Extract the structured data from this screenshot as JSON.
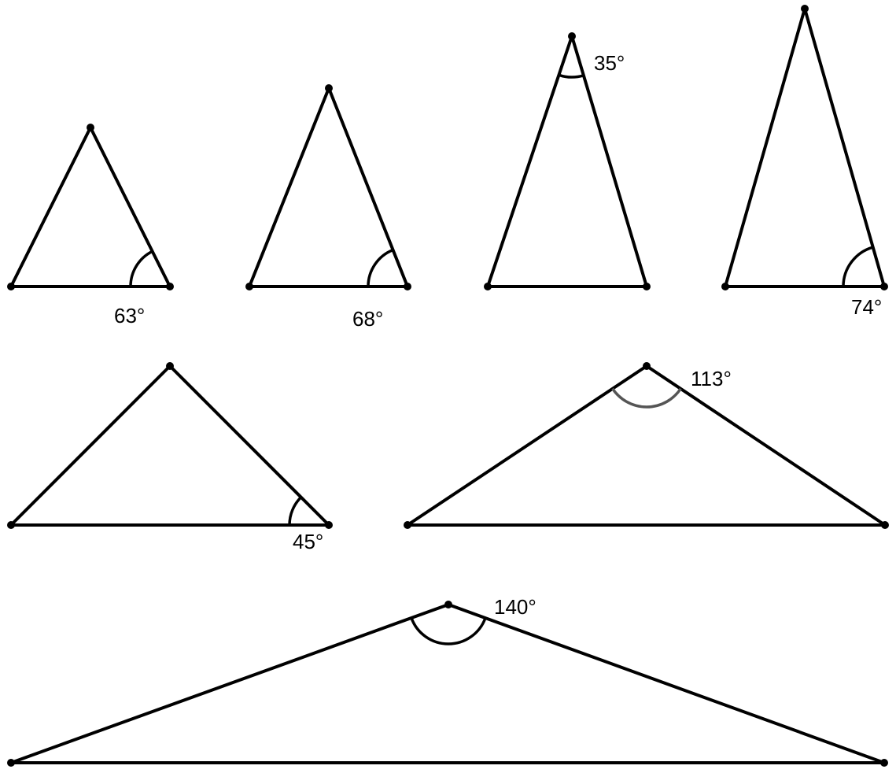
{
  "triangles": [
    {
      "id": "t1",
      "angle_label": "63°",
      "marked_vertex": "base-right"
    },
    {
      "id": "t2",
      "angle_label": "68°",
      "marked_vertex": "base-right"
    },
    {
      "id": "t3",
      "angle_label": "35°",
      "marked_vertex": "apex"
    },
    {
      "id": "t4",
      "angle_label": "74°",
      "marked_vertex": "base-right"
    },
    {
      "id": "t5",
      "angle_label": "45°",
      "marked_vertex": "base-right"
    },
    {
      "id": "t6",
      "angle_label": "113°",
      "marked_vertex": "apex",
      "arc_color": "#555555"
    },
    {
      "id": "t7",
      "angle_label": "140°",
      "marked_vertex": "apex"
    }
  ],
  "colors": {
    "stroke": "#000000",
    "background": "#ffffff",
    "grey_arc": "#555555"
  }
}
